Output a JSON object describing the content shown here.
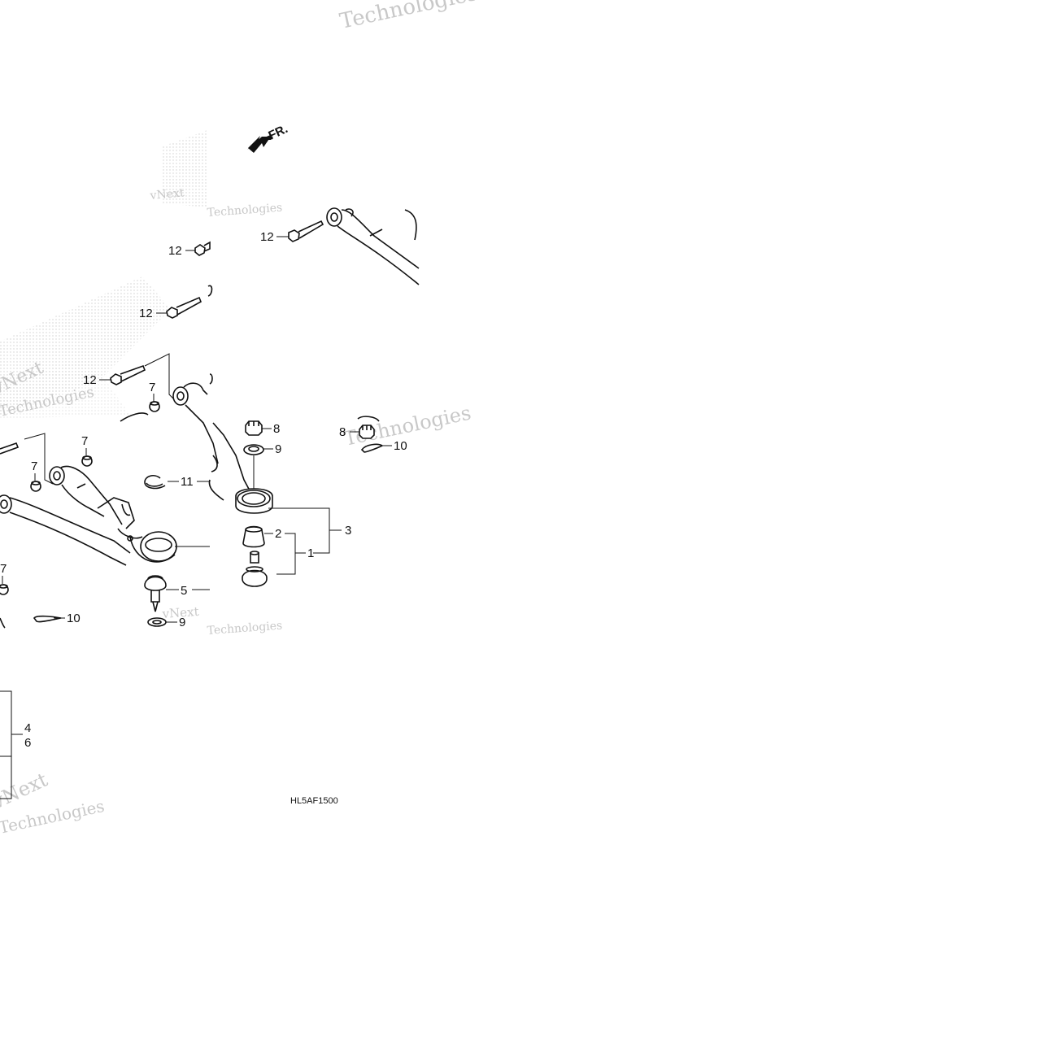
{
  "diagram": {
    "direction_label": "FR.",
    "diagram_code": "HL5AF1500",
    "callouts": {
      "c12a": "12",
      "c12b": "12",
      "c12c": "12",
      "c12d": "12",
      "c7a": "7",
      "c7b": "7",
      "c7c": "7",
      "c7d": "7",
      "c8a": "8",
      "c8b": "8",
      "c9a": "9",
      "c9b": "9",
      "c10a": "10",
      "c10b": "10",
      "c11": "11",
      "c5": "5",
      "c3": "3",
      "c2": "2",
      "c1": "1",
      "c4": "4",
      "c6": "6"
    },
    "watermark": {
      "line1": "vNext",
      "line2": "Technologies"
    }
  }
}
